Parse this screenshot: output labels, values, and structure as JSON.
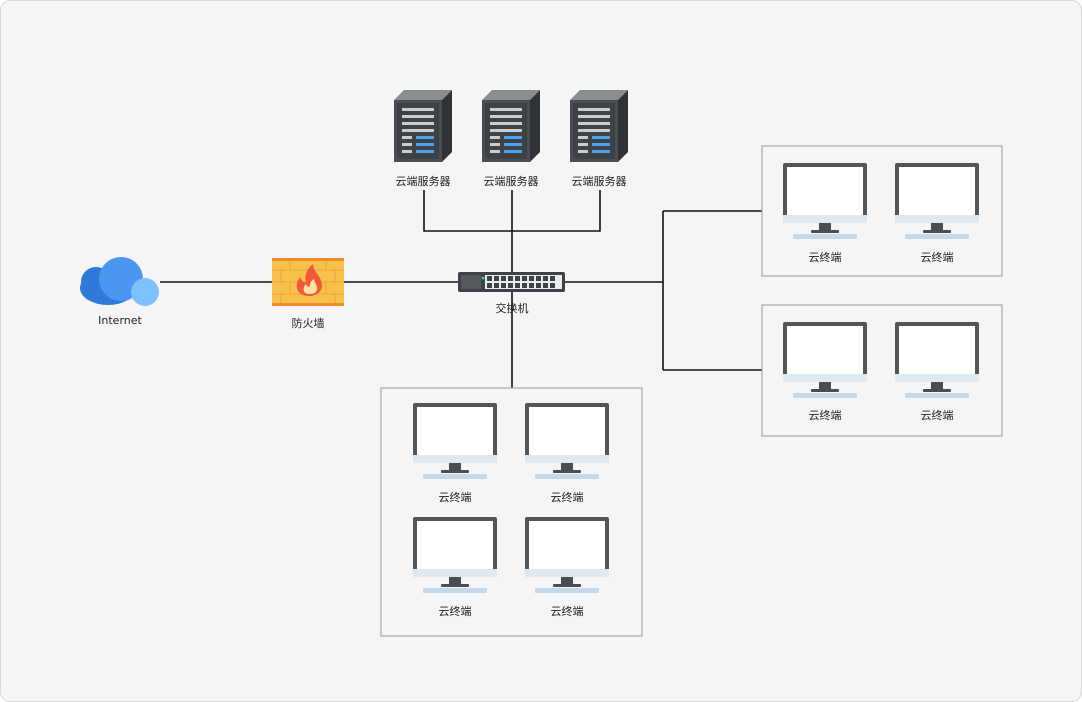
{
  "nodes": {
    "internet": {
      "label": "Internet",
      "icon": "cloud-icon"
    },
    "firewall": {
      "label": "防火墙",
      "icon": "firewall-icon"
    },
    "switch": {
      "label": "交换机",
      "icon": "switch-icon"
    },
    "servers": [
      {
        "label": "云端服务器",
        "icon": "server-icon"
      },
      {
        "label": "云端服务器",
        "icon": "server-icon"
      },
      {
        "label": "云端服务器",
        "icon": "server-icon"
      }
    ],
    "groups": {
      "right_top": [
        {
          "label": "云终端",
          "icon": "monitor-icon"
        },
        {
          "label": "云终端",
          "icon": "monitor-icon"
        }
      ],
      "right_bottom": [
        {
          "label": "云终端",
          "icon": "monitor-icon"
        },
        {
          "label": "云终端",
          "icon": "monitor-icon"
        }
      ],
      "bottom": [
        {
          "label": "云终端",
          "icon": "monitor-icon"
        },
        {
          "label": "云终端",
          "icon": "monitor-icon"
        },
        {
          "label": "云终端",
          "icon": "monitor-icon"
        },
        {
          "label": "云终端",
          "icon": "monitor-icon"
        }
      ]
    }
  },
  "colors": {
    "line": "#111111",
    "group_border": "#999999",
    "cloud_dark": "#2f7ad9",
    "cloud_light": "#7ec0ff",
    "firewall_brick": "#f8c24a",
    "firewall_flame": "#f05a3b",
    "server_body": "#4a4d52",
    "monitor_frame": "#555555",
    "monitor_stand": "#a9cbe6"
  }
}
